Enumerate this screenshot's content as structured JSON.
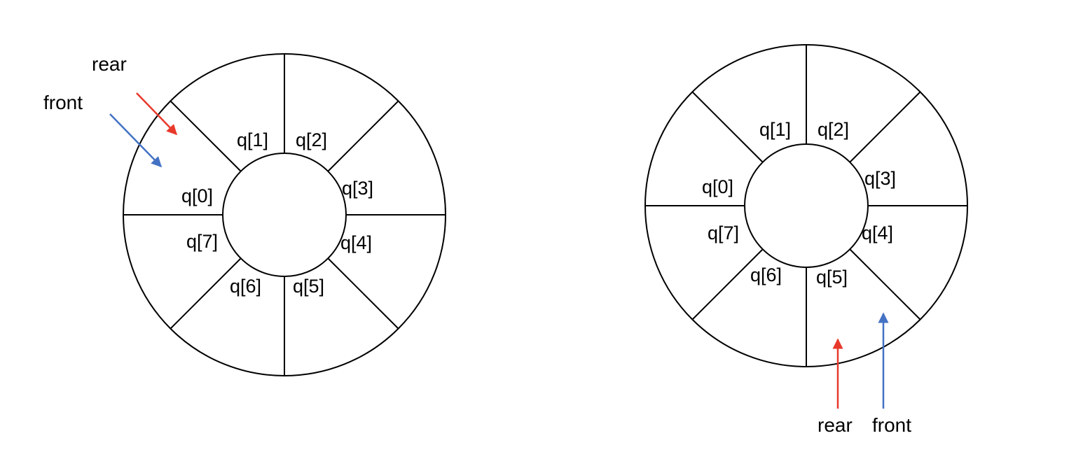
{
  "diagrams": [
    {
      "name": "left-queue",
      "cells": [
        "q[0]",
        "q[1]",
        "q[2]",
        "q[3]",
        "q[4]",
        "q[5]",
        "q[6]",
        "q[7]"
      ],
      "pointers": [
        {
          "label": "rear",
          "color": "#e8392b"
        },
        {
          "label": "front",
          "color": "#4472c4"
        }
      ]
    },
    {
      "name": "right-queue",
      "cells": [
        "q[0]",
        "q[1]",
        "q[2]",
        "q[3]",
        "q[4]",
        "q[5]",
        "q[6]",
        "q[7]"
      ],
      "pointers": [
        {
          "label": "rear",
          "color": "#e8392b"
        },
        {
          "label": "front",
          "color": "#4472c4"
        }
      ]
    }
  ]
}
